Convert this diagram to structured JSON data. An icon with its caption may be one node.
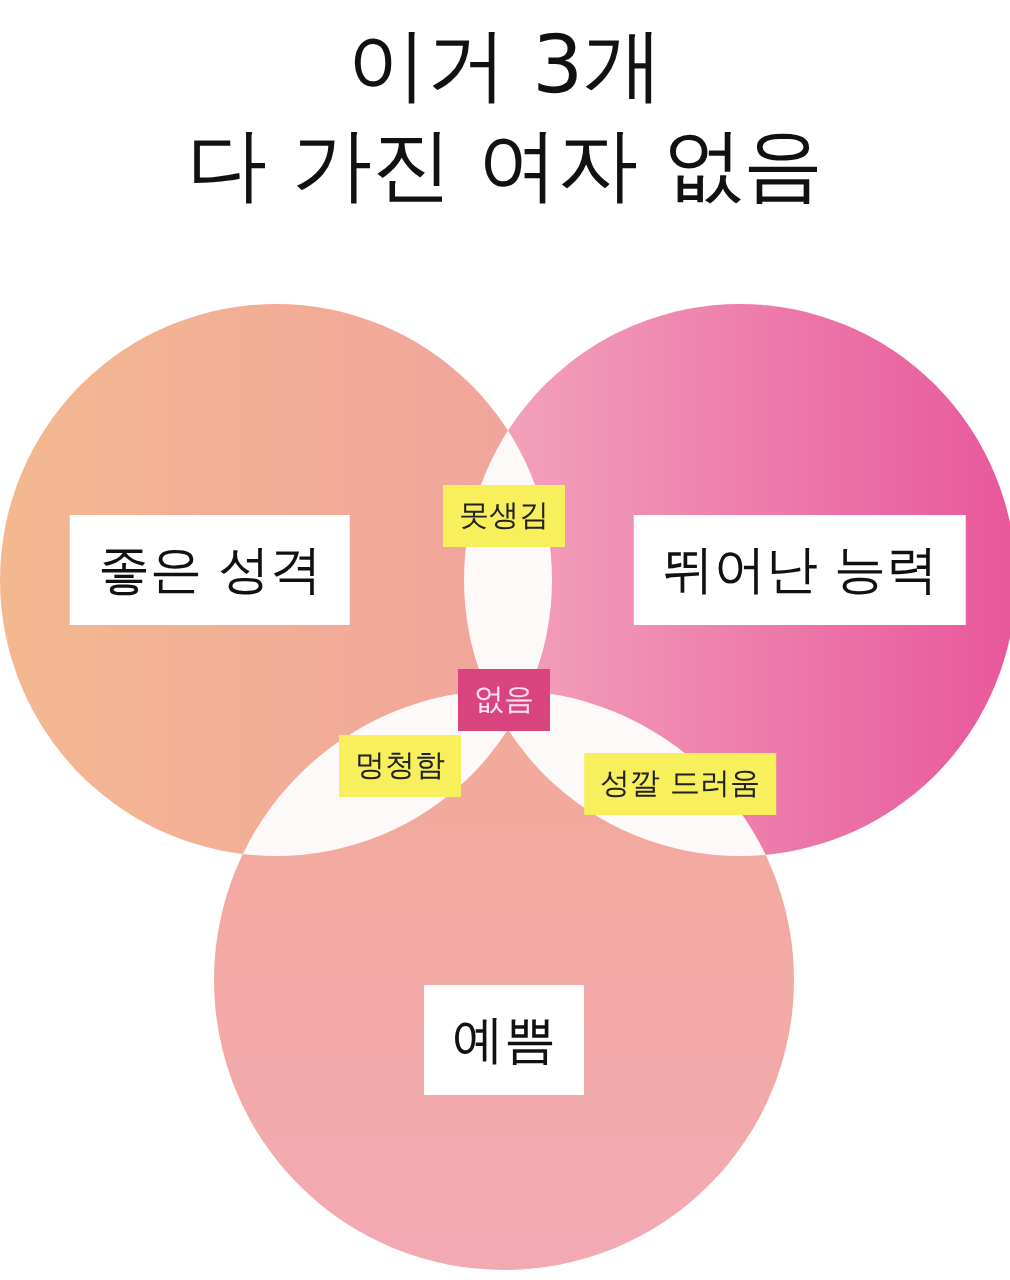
{
  "diagram": {
    "title": "이거 3개 다 가진 여자 없음",
    "nodes": [
      {
        "text": [
          "좋은 성격"
        ]
      },
      {
        "text": [
          "뛰어난 능력"
        ]
      },
      {
        "text": [
          "예쁨"
        ]
      },
      {
        "text": [
          "못생김"
        ]
      },
      {
        "text": [
          "멍청함"
        ]
      },
      {
        "text": [
          "성깔 드러움"
        ]
      },
      {
        "text": [
          "없음"
        ]
      }
    ]
  }
}
